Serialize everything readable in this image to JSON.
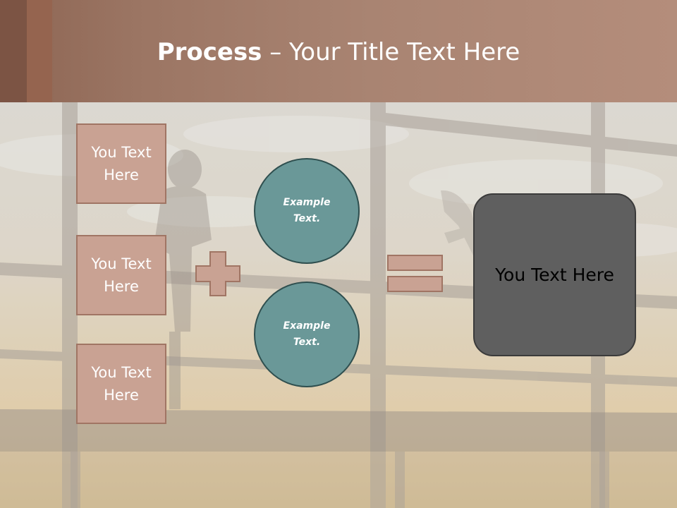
{
  "title": {
    "bold": "Process",
    "rest": " – Your Title Text Here"
  },
  "boxes": [
    {
      "label": "You Text Here"
    },
    {
      "label": "You Text Here"
    },
    {
      "label": "You Text Here"
    }
  ],
  "circles": [
    {
      "label": "Example Text."
    },
    {
      "label": "Example Text."
    }
  ],
  "result": {
    "label": "You Text Here"
  },
  "colors": {
    "header": "#a98472",
    "box_fill": "#c9a293",
    "circle_fill": "#6a9898",
    "result_fill": "#5f5f5f",
    "operator_fill": "#c9a293"
  },
  "icons": [
    "plus-icon",
    "equals-icon"
  ]
}
